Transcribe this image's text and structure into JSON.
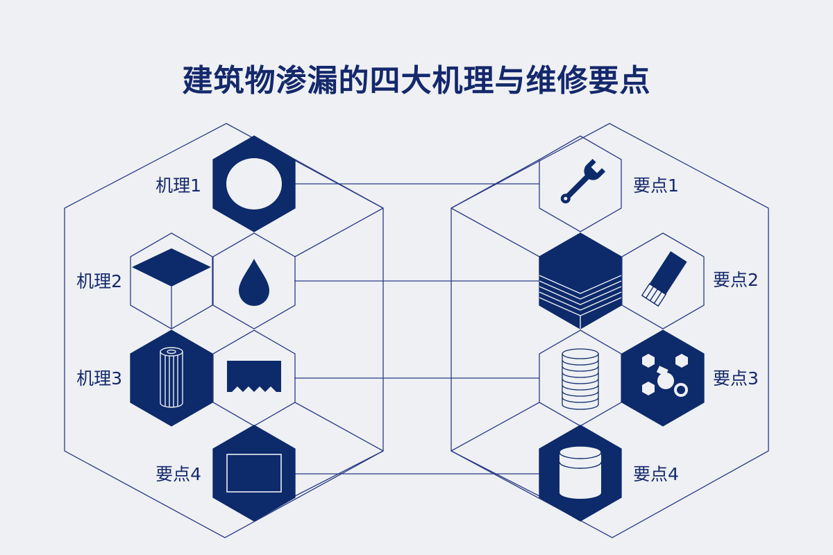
{
  "title": "建筑物渗漏的四大机理与维修要点",
  "colors": {
    "navy": "#0d2a6b",
    "line": "#2a3a86",
    "background": "#eef0f3"
  },
  "left_panel": {
    "labels": [
      "机理1",
      "机理2",
      "机理3",
      "要点4"
    ],
    "icons": [
      "ring-icon",
      "cube-icon",
      "water-drop-icon",
      "cylinder-icon",
      "serrated-block-icon",
      "rectangle-icon"
    ]
  },
  "right_panel": {
    "labels": [
      "要点1",
      "要点2",
      "要点3",
      "要点4"
    ],
    "icons": [
      "wrench-icon",
      "layers-icon",
      "brush-icon",
      "disc-stack-icon",
      "bolts-nuts-icon",
      "jar-icon"
    ]
  }
}
